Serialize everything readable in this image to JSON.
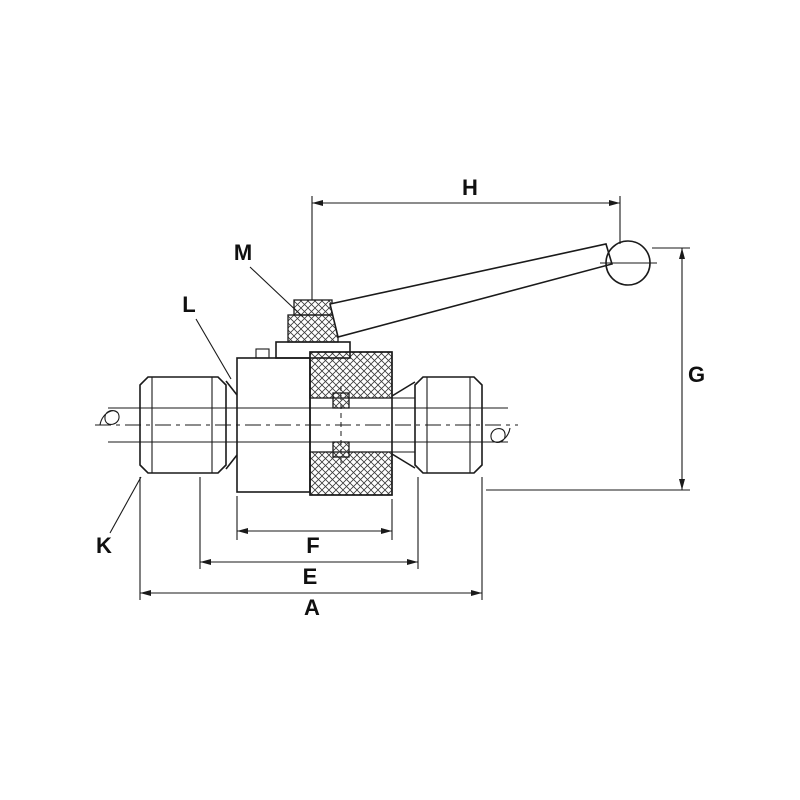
{
  "figure": {
    "background_color": "#ffffff",
    "line_color": "#1a1a1a"
  },
  "labels": {
    "H": "H",
    "G": "G",
    "M": "M",
    "L": "L",
    "K": "K",
    "F": "F",
    "E": "E",
    "A": "A"
  }
}
